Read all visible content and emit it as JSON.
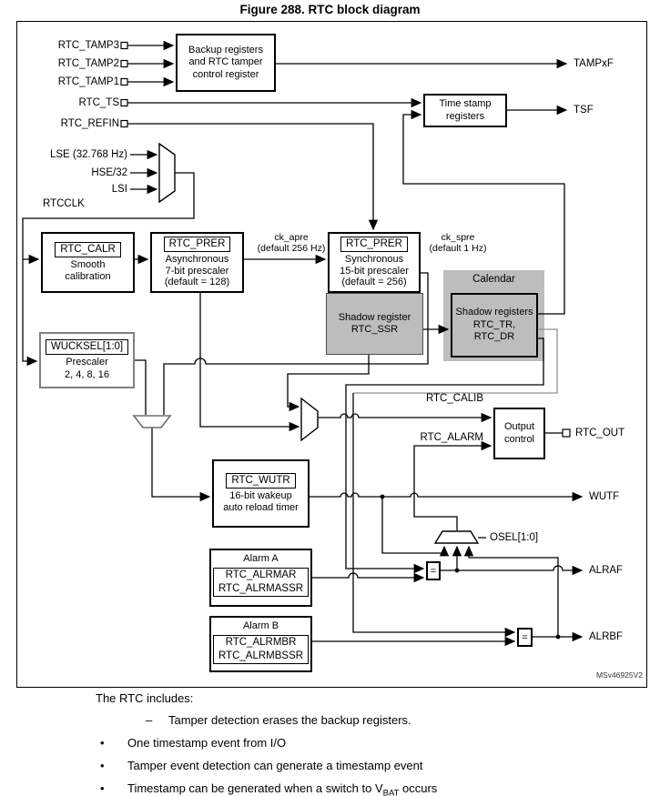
{
  "figure": {
    "title": "Figure 288. RTC block diagram",
    "watermark": "MSv46925V2"
  },
  "pins": {
    "tamp3": "RTC_TAMP3",
    "tamp2": "RTC_TAMP2",
    "tamp1": "RTC_TAMP1",
    "ts": "RTC_TS",
    "refin": "RTC_REFIN",
    "lse": "LSE (32.768 Hz)",
    "hse": "HSE/32",
    "lsi": "LSI",
    "rtcclk": "RTCCLK"
  },
  "flags": {
    "tampxf": "TAMPxF",
    "tsf": "TSF",
    "wutf": "WUTF",
    "alraf": "ALRAF",
    "alrbf": "ALRBF",
    "rtc_out": "RTC_OUT"
  },
  "signals": {
    "ck_apre": "ck_apre",
    "ck_apre_sub": "(default 256 Hz)",
    "ck_spre": "ck_spre",
    "ck_spre_sub": "(default 1 Hz)",
    "rtc_calib": "RTC_CALIB",
    "rtc_alarm": "RTC_ALARM",
    "osel": "OSEL[1:0]"
  },
  "blocks": {
    "backup": {
      "l1": "Backup registers",
      "l2": "and RTC tamper",
      "l3": "control register"
    },
    "timestamp": {
      "l1": "Time stamp",
      "l2": "registers"
    },
    "calr": {
      "reg": "RTC_CALR",
      "l1": "Smooth",
      "l2": "calibration"
    },
    "apre": {
      "reg": "RTC_PRER",
      "l1": "Asynchronous",
      "l2": "7-bit prescaler",
      "l3": "(default = 128)"
    },
    "spre": {
      "reg": "RTC_PRER",
      "l1": "Synchronous",
      "l2": "15-bit prescaler",
      "l3": "(default = 256)"
    },
    "ssr": {
      "l1": "Shadow register",
      "l2": "RTC_SSR"
    },
    "calendar": {
      "title": "Calendar",
      "l1": "Shadow registers",
      "l2": "RTC_TR,",
      "l3": "RTC_DR"
    },
    "wucksel": {
      "reg": "WUCKSEL[1:0]",
      "l1": "Prescaler",
      "l2": "2, 4, 8, 16"
    },
    "wutr": {
      "reg": "RTC_WUTR",
      "l1": "16-bit wakeup",
      "l2": "auto reload timer"
    },
    "alarma": {
      "title": "Alarm A",
      "r1": "RTC_ALRMAR",
      "r2": "RTC_ALRMASSR"
    },
    "alarmb": {
      "title": "Alarm B",
      "r1": "RTC_ALRMBR",
      "r2": "RTC_ALRMBSSR"
    },
    "outctl": {
      "l1": "Output",
      "l2": "control"
    },
    "eq": "="
  },
  "notes": {
    "intro": "The RTC includes:",
    "dash": "–",
    "dash_text": "Tamper detection erases the backup registers.",
    "bullet": "•",
    "b1": "One timestamp event from I/O",
    "b2": "Tamper event detection can generate a timestamp event",
    "b3_pre": "Timestamp can be generated when a switch to V",
    "b3_sub": "BAT",
    "b3_post": " occurs"
  }
}
